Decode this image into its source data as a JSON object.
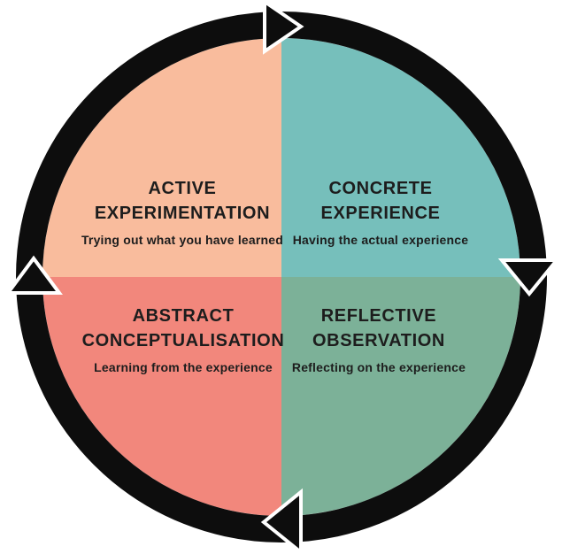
{
  "diagram": {
    "cycle_direction": "clockwise",
    "colors": {
      "ring": "#0d0d0d",
      "arrow_outline": "#ffffff",
      "text": "#1d1d1d",
      "background": "#ffffff"
    },
    "quadrants": [
      {
        "position": "top-left",
        "title": "ACTIVE\nEXPERIMENTATION",
        "subtitle": "Trying out what you have learned",
        "color": "#F9BC9D"
      },
      {
        "position": "top-right",
        "title": "CONCRETE\nEXPERIENCE",
        "subtitle": "Having the actual experience",
        "color": "#76BFBB"
      },
      {
        "position": "bottom-left",
        "title": "ABSTRACT\nCONCEPTUALISATION",
        "subtitle": "Learning from the experience",
        "color": "#F2877C"
      },
      {
        "position": "bottom-right",
        "title": "REFLECTIVE\nOBSERVATION",
        "subtitle": "Reflecting on the experience",
        "color": "#7CB198"
      }
    ],
    "arrows": [
      {
        "position": "top",
        "direction": "right"
      },
      {
        "position": "right",
        "direction": "down"
      },
      {
        "position": "bottom",
        "direction": "left"
      },
      {
        "position": "left",
        "direction": "up"
      }
    ]
  }
}
